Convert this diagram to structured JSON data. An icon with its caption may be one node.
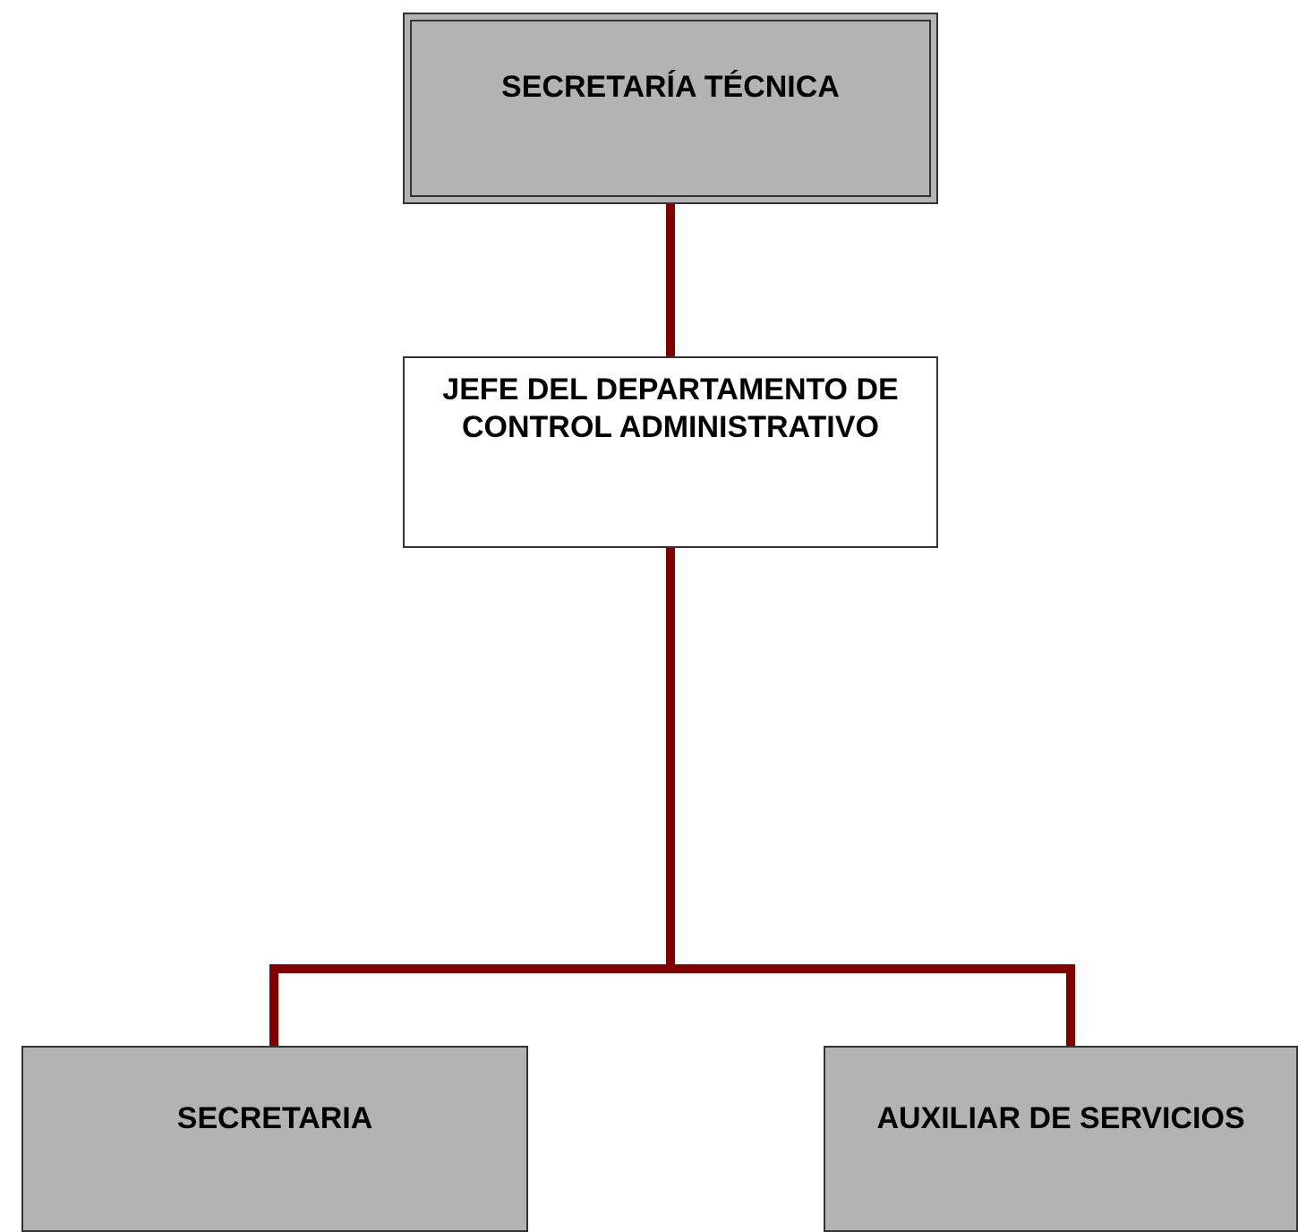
{
  "diagram": {
    "nodes": [
      {
        "text": [
          "SECRETARÍA TÉCNICA"
        ]
      },
      {
        "text": [
          "JEFE DEL DEPARTAMENTO DE CONTROL ADMINISTRATIVO"
        ]
      },
      {
        "text": [
          "SECRETARIA"
        ]
      },
      {
        "text": [
          "AUXILIAR DE SERVICIOS"
        ]
      }
    ],
    "edges": [
      {
        "from": 0,
        "to": 1,
        "arrow": "none"
      },
      {
        "from": 1,
        "to": 2,
        "arrow": "none"
      },
      {
        "from": 1,
        "to": 3,
        "arrow": "none"
      }
    ]
  }
}
